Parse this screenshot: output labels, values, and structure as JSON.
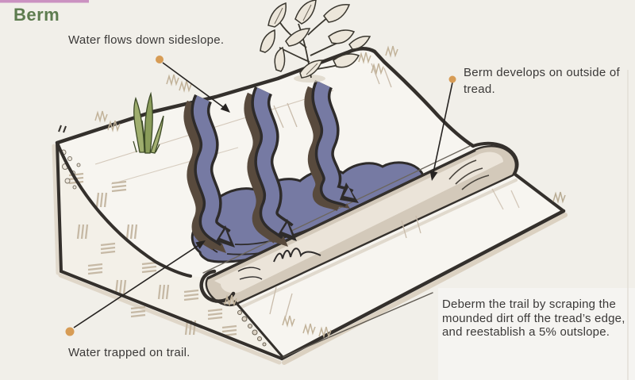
{
  "page": {
    "title": "Berm",
    "title_color": "#5d7c4f",
    "background": "#f1efe9",
    "top_accent_color": "#cb92c1"
  },
  "labels": {
    "water_flows": "Water flows down sideslope.",
    "berm_develops": "Berm develops on outside of tread.",
    "water_trapped": "Water trapped on trail.",
    "caption_lines": [
      "Deberm the trail by scraping the",
      "mounded dirt off the tread’s edge,",
      "and reestablish a 5% outslope."
    ]
  },
  "palette": {
    "water_blue": "#767aa3",
    "shadow_brown": "#584a3d",
    "outline_dark": "#34302c",
    "berm_tan": "#d3c9ba",
    "berm_highlight": "#ece6da",
    "hatch_tan": "#c6b9a5",
    "grass_green": "#9aae6e",
    "leader_dot": "#d79c55",
    "label_text": "#3b3938"
  }
}
